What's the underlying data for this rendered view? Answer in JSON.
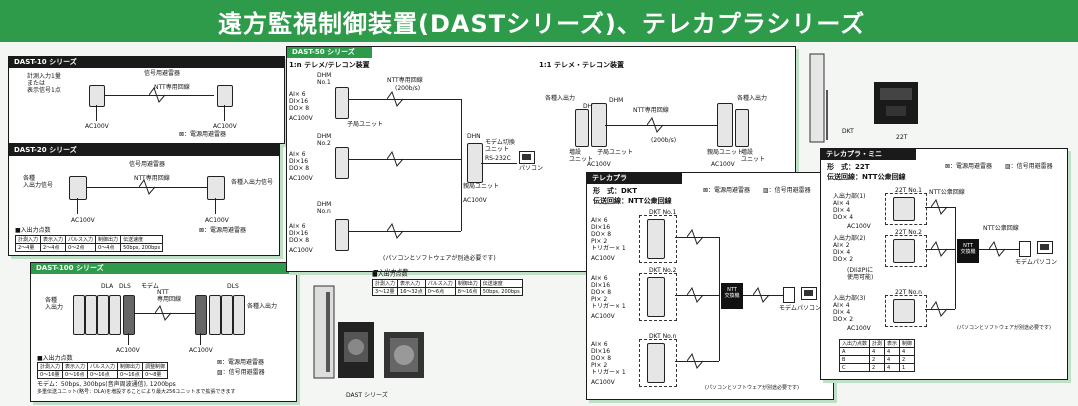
{
  "banner": {
    "title": "遠方監視制御装置(DASTシリーズ)、テレカプラシリーズ"
  },
  "common": {
    "power_legend": "⊠：電源用避雷器",
    "signal_legend": "▨：信号用避雷器",
    "ac100v": "AC100V",
    "pc_note": "(パソコンとソフトウェアが別途必要です)",
    "pc": "パソコン",
    "modem": "モデム",
    "ntt_line": "NTT専用回線",
    "ntt_public": "NTT公衆回線",
    "child_unit": "子局ユニット",
    "master_unit": "親局ユニット",
    "io": "各種入出力"
  },
  "dast10": {
    "title": "DAST-10 シリーズ",
    "left_label": "計測入力1量\nまたは\n表示信号1点",
    "surge_label": "信号用避雷器",
    "line_label": "NTT専用回線"
  },
  "dast20": {
    "title": "DAST-20 シリーズ",
    "left_label": "各種\n入出力信号",
    "right_label": "各種入出力信号",
    "surge_label": "信号用避雷器",
    "line_label": "NTT専用回線",
    "points_title": "■入出力点数",
    "table_headers": [
      "計測入力",
      "表示入力",
      "パルス入力",
      "制御出力",
      "伝送速度"
    ],
    "table_values": [
      "2〜4量",
      "2〜4点",
      "0〜2点",
      "0〜4点",
      "50bps, 200bps"
    ]
  },
  "dast100": {
    "title": "DAST-100 シリーズ",
    "io_label": "各種\n入出力",
    "dla": "DLA",
    "dls": "DLS",
    "modem": "モデム",
    "line_label": "NTT\n専用回線",
    "points_title": "■入出力点数",
    "table_headers": [
      "計測入力",
      "表示入力",
      "パルス入力",
      "制御出力",
      "調整制御"
    ],
    "table_values": [
      "0〜16量",
      "0〜16点",
      "0〜16点",
      "0〜16点",
      "0〜8量"
    ],
    "note1": "モデム：50bps, 300bps(音声周波通信), 1200bps",
    "note2": "多重伝送ユニット(略号：DLA)を増設することにより最大256ユニットまで拡張できます"
  },
  "dast50": {
    "title": "DAST-50 シリーズ",
    "sec1": "1:n テレメ/テレコン装置",
    "sec2": "1:1 テレメ・テレコン装置",
    "dhm1": "DHM\nNo.1",
    "dhm2": "DHM\nNo.2",
    "dhmn": "DHM\nNo.n",
    "dhn": "DHN",
    "dhs": "DHS",
    "dhm": "DHM",
    "io_block": "AI× 6\nDI×16\nDO× 8",
    "line_rate": "(200b/s)",
    "modem_switch": "モデム切換\nユニット",
    "rs232c": "RS-232C",
    "expand": "増設\nユニット",
    "points_title": "■入出力点数",
    "table_headers": [
      "計測入力",
      "表示入力",
      "パルス入力",
      "制御出力",
      "伝送速度"
    ],
    "table_values": [
      "3〜12量",
      "16〜32点",
      "0〜6点",
      "8〜16点",
      "50bps, 200bps"
    ]
  },
  "photos": {
    "dast_caption": "DAST シリーズ",
    "dkt": "DKT",
    "t22": "22T"
  },
  "telecoupler": {
    "title": "テレカプラ",
    "form": "形　式：DKT",
    "line": "伝送回線：NTT公衆回線",
    "dkt1": "DKT No.1",
    "dkt2": "DKT No.2",
    "dktn": "DKT No.n",
    "io_block": "AI× 6\nDI×16\nDO× 8\nPI× 2\nトリガー× 1",
    "ntt_switch": "NTT\n交換機"
  },
  "telemini": {
    "title": "テレカプラ・ミニ",
    "form": "形　式：22T",
    "line": "伝送回線：NTT公衆回線",
    "u1": "22T No.1",
    "u2": "22T No.2",
    "un": "22T No.n",
    "in1": "入出力部(1)\nAI× 4\nDI× 4\nDO× 4",
    "in2": "入出力部(2)\nAI× 2\nDI× 4\nDO× 2",
    "in3": "入出力部(3)\nAI× 4\nDI× 4\nDO× 2",
    "di_note": "(DIはPIに\n使用可能)",
    "ntt_switch": "NTT\n交換機",
    "table_headers": [
      "入出力点数",
      "計測",
      "表示",
      "制御"
    ],
    "table_rows": [
      [
        "A",
        "4",
        "4",
        "4"
      ],
      [
        "B",
        "2",
        "4",
        "2"
      ],
      [
        "C",
        "2",
        "4",
        "1"
      ]
    ]
  }
}
